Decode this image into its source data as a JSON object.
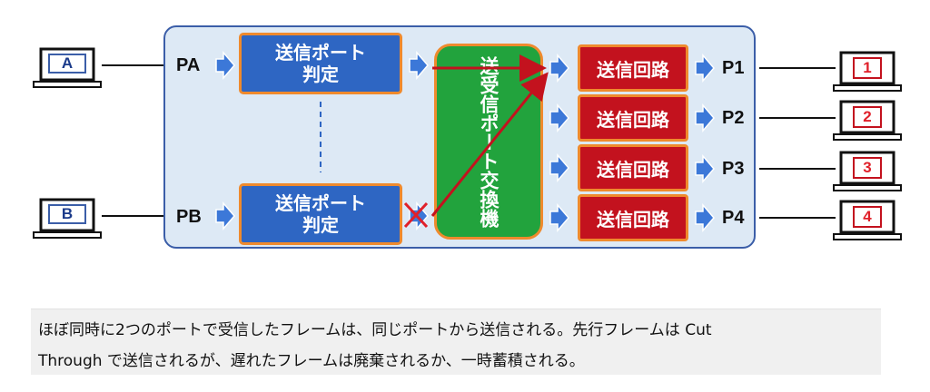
{
  "switch": {
    "port_in_a": "PA",
    "port_in_b": "PB",
    "decide_a": [
      "送信ポート",
      "判定"
    ],
    "decide_b": [
      "送信ポート",
      "判定"
    ],
    "exchange": [
      "送受信ポート",
      "交換機"
    ],
    "circuit_label": "送信回路",
    "out_ports": [
      "P1",
      "P2",
      "P3",
      "P4"
    ]
  },
  "hosts": {
    "left": [
      "A",
      "B"
    ],
    "right": [
      "1",
      "2",
      "3",
      "4"
    ]
  },
  "caption": {
    "line1": "ほぼ同時に2つのポートで受信したフレームは、同じポートから送信される。先行フレームは Cut",
    "line2": "Through で送信されるが、遅れたフレームは廃棄されるか、一時蓄積される。"
  },
  "colors": {
    "switch_bg": "#dde9f5",
    "switch_border": "#3b5ea8",
    "decide_fill": "#2e66c3",
    "exchange_fill": "#22a33d",
    "circuit_fill": "#c3121e",
    "box_border": "#ef8a2d",
    "path_line": "#c3121e",
    "arrow": "#3c78d8"
  }
}
